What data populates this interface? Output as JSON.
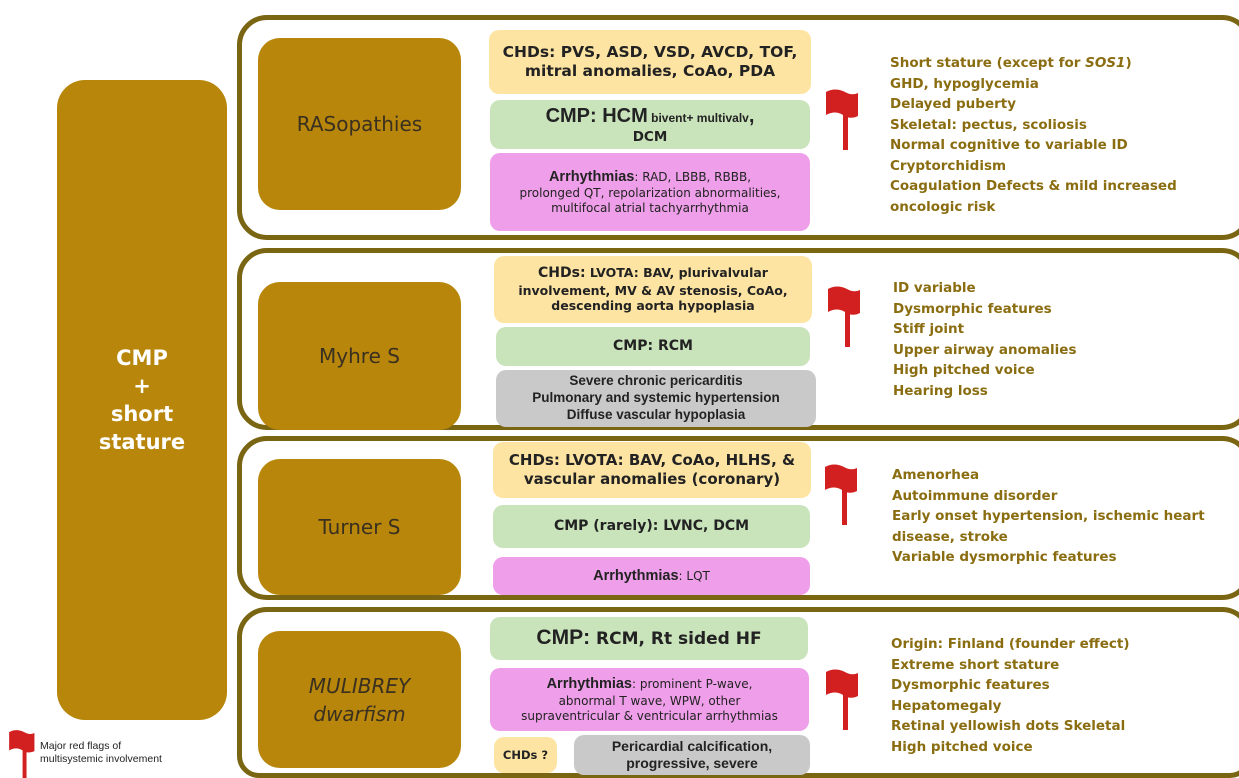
{
  "main_label": [
    "CMP",
    "+",
    "short",
    "stature"
  ],
  "legend": {
    "line1": "Major red flags of",
    "line2": "multisystemic involvement"
  },
  "groups": [
    {
      "name": "RASopathies",
      "chds_prefix": "CHDs:",
      "chds_line1": "PVS, ASD, VSD, AVCD, TOF,",
      "chds_line2": "mitral anomalies, CoAo, PDA",
      "cmp_prefix": "CMP: HCM",
      "cmp_small": " bivent+ multivalv",
      "cmp_comma": ",",
      "cmp_line2": "DCM",
      "arr_prefix": "Arrhythmias",
      "arr_rest": ": RAD, LBBB, RBBB,",
      "arr_line2": "prolonged QT, repolarization abnormalities,",
      "arr_line3": "multifocal atrial tachyarrhythmia",
      "flags": [
        "Short stature (except for SOS1)",
        "GHD, hypoglycemia",
        "Delayed puberty",
        "Skeletal: pectus, scoliosis",
        "Normal cognitive to variable ID",
        "Cryptorchidism",
        "Coagulation Defects & mild increased",
        "oncologic risk"
      ]
    },
    {
      "name": "Myhre S",
      "chds_prefix": "CHDs:",
      "chds_line1": " LVOTA: BAV, plurivalvular",
      "chds_line2": "involvement, MV & AV stenosis, CoAo,",
      "chds_line3": "descending aorta hypoplasia",
      "cmp_text": "CMP: RCM",
      "grey_line1": "Severe chronic pericarditis",
      "grey_line2": "Pulmonary and systemic hypertension",
      "grey_line3": "Diffuse vascular hypoplasia",
      "flags": [
        "ID variable",
        "Dysmorphic features",
        "Stiff joint",
        "Upper airway anomalies",
        "High pitched voice",
        "Hearing loss"
      ]
    },
    {
      "name": "Turner S",
      "chds_prefix": "CHDs:",
      "chds_line1": " LVOTA: BAV, CoAo, HLHS, &",
      "chds_line2": "vascular anomalies (coronary)",
      "cmp_text": "CMP (rarely): LVNC, DCM",
      "arr_prefix": "Arrhythmias",
      "arr_rest": ": LQT",
      "flags": [
        "Amenorhea",
        "Autoimmune disorder",
        "Early onset hypertension, ischemic heart",
        "disease, stroke",
        "Variable dysmorphic features"
      ]
    },
    {
      "name_line1": "MULIBREY",
      "name_line2": "dwarfism",
      "cmp_prefix": "CMP:",
      "cmp_rest": " RCM, Rt sided HF",
      "arr_prefix": "Arrhythmias",
      "arr_rest": ": prominent P-wave,",
      "arr_line2": "abnormal T wave, WPW, other",
      "arr_line3": "supraventricular & ventricular arrhythmias",
      "chds_q": "CHDs ?",
      "grey_line1": "Pericardial calcification,",
      "grey_line2": "progressive, severe",
      "flags": [
        "Origin: Finland (founder effect)",
        "Extreme short stature",
        "Dysmorphic features",
        "Hepatomegaly",
        "Retinal yellowish dots Skeletal",
        "High pitched voice"
      ]
    }
  ],
  "colors": {
    "gold": "#b8860b",
    "border": "#7a6512",
    "flag_red": "#d21f1f",
    "flag_text": "#8a6d10"
  }
}
